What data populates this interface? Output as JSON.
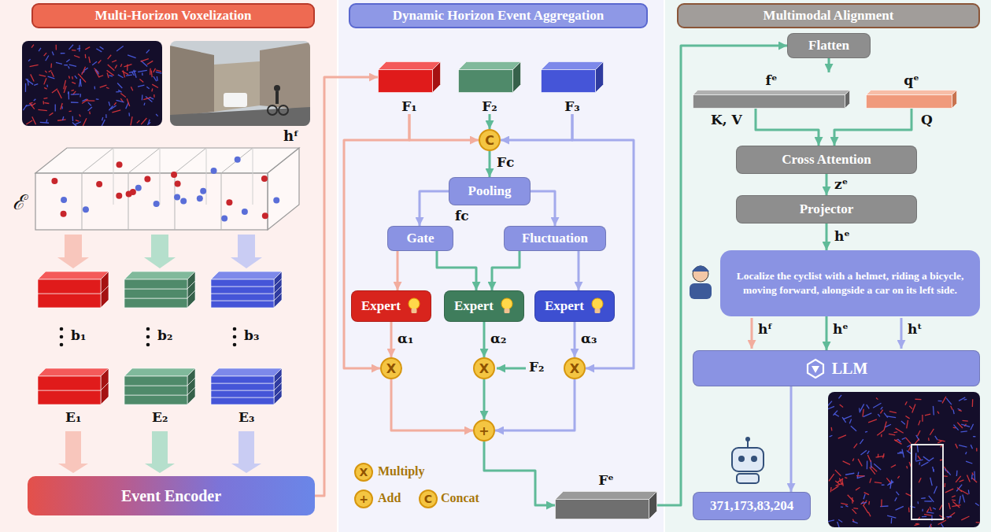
{
  "diagram": {
    "nodes": [
      {
        "text": [
          "Multi-Horizon Voxelization"
        ]
      },
      {
        "text": [
          "Dynamic Horizon Event Aggregation"
        ]
      },
      {
        "text": [
          "Multimodal Alignment"
        ]
      },
      {
        "text": [
          "Event Encoder"
        ]
      },
      {
        "text": [
          "F₁"
        ]
      },
      {
        "text": [
          "F₂"
        ]
      },
      {
        "text": [
          "F₃"
        ]
      },
      {
        "text": [
          "C"
        ]
      },
      {
        "text": [
          "Pooling"
        ]
      },
      {
        "text": [
          "Gate"
        ]
      },
      {
        "text": [
          "Fluctuation"
        ]
      },
      {
        "text": [
          "Expert"
        ]
      },
      {
        "text": [
          "Expert"
        ]
      },
      {
        "text": [
          "Expert"
        ]
      },
      {
        "text": [
          "X"
        ]
      },
      {
        "text": [
          "X"
        ]
      },
      {
        "text": [
          "X"
        ]
      },
      {
        "text": [
          "+"
        ]
      },
      {
        "text": [
          "Fᵉ"
        ]
      },
      {
        "text": [
          "Flatten"
        ]
      },
      {
        "text": [
          "fᵉ"
        ]
      },
      {
        "text": [
          "qᵉ"
        ]
      },
      {
        "text": [
          "Cross Attention"
        ]
      },
      {
        "text": [
          "Projector"
        ]
      },
      {
        "text": [
          "Localize the cyclist with a helmet, riding a bicycle, moving forward, alongside a car on its left side."
        ]
      },
      {
        "text": [
          "LLM"
        ]
      },
      {
        "text": [
          "371,173,83,204"
        ]
      }
    ],
    "edges": [
      {
        "from": 3,
        "to": 4,
        "arrow": "to"
      },
      {
        "from": 4,
        "to": 7,
        "arrow": "to"
      },
      {
        "from": 5,
        "to": 7,
        "arrow": "to"
      },
      {
        "from": 6,
        "to": 7,
        "arrow": "to"
      },
      {
        "from": 4,
        "to": 14,
        "arrow": "to"
      },
      {
        "from": 6,
        "to": 16,
        "arrow": "to"
      },
      {
        "from": 7,
        "to": 8,
        "label": "Fc",
        "arrow": "to"
      },
      {
        "from": 8,
        "to": 9,
        "arrow": "to"
      },
      {
        "from": 8,
        "to": 10,
        "arrow": "to"
      },
      {
        "from": 9,
        "to": 11,
        "arrow": "to"
      },
      {
        "from": 9,
        "to": 12,
        "arrow": "to"
      },
      {
        "from": 10,
        "to": 12,
        "arrow": "to"
      },
      {
        "from": 10,
        "to": 13,
        "arrow": "to"
      },
      {
        "from": 11,
        "to": 14,
        "arrow": "to"
      },
      {
        "from": 12,
        "to": 15,
        "arrow": "to"
      },
      {
        "from": 13,
        "to": 16,
        "arrow": "to"
      },
      {
        "from": 14,
        "to": 17,
        "arrow": "to"
      },
      {
        "from": 15,
        "to": 17,
        "arrow": "to"
      },
      {
        "from": 16,
        "to": 17,
        "arrow": "to"
      },
      {
        "from": 17,
        "to": 18,
        "arrow": "to"
      },
      {
        "from": 18,
        "to": 19,
        "arrow": "to"
      },
      {
        "from": 19,
        "to": 20,
        "arrow": "to"
      },
      {
        "from": 20,
        "to": 22,
        "arrow": "to"
      },
      {
        "from": 21,
        "to": 22,
        "arrow": "to"
      },
      {
        "from": 22,
        "to": 23,
        "label": "zᵉ",
        "arrow": "to"
      },
      {
        "from": 23,
        "to": 24,
        "label": "hᵉ",
        "arrow": "to"
      },
      {
        "from": 24,
        "to": 25,
        "arrow": "to"
      },
      {
        "from": 25,
        "to": 26,
        "arrow": "to"
      }
    ],
    "labels": [
      "hᶠ",
      "ℰ",
      "b₁",
      "b₂",
      "b₃",
      "E₁",
      "E₂",
      "E₃",
      "fc",
      "α₁",
      "α₂",
      "α₃",
      "F₂",
      "X",
      "+",
      "C",
      "K, V",
      "Q",
      "hᶠ",
      "hᵉ",
      "hᵗ"
    ],
    "legend": [
      {
        "text": "Multiply"
      },
      {
        "text": "Add"
      },
      {
        "text": "Concat"
      }
    ]
  }
}
